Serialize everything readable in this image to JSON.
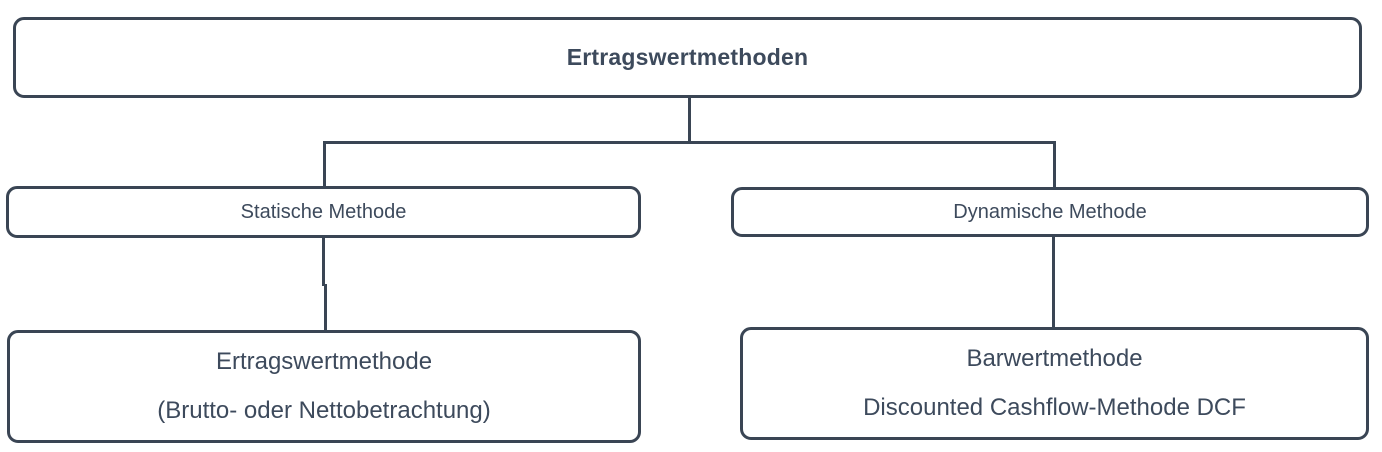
{
  "diagram": {
    "title": "Ertragswertmethoden",
    "type": "hierarchy-tree",
    "colors": {
      "border": "#3a4554",
      "text": "#3d4a5c",
      "background": "#ffffff"
    },
    "root": {
      "label": "Ertragswertmethoden"
    },
    "branches": {
      "left": {
        "label": "Statische Methode",
        "leaf": {
          "line_1": "Ertragswertmethode",
          "line_2": "(Brutto- oder Nettobetrachtung)"
        }
      },
      "right": {
        "label": "Dynamische Methode",
        "leaf": {
          "line_1": "Barwertmethode",
          "line_2": "Discounted Cashflow-Methode DCF"
        }
      }
    }
  }
}
